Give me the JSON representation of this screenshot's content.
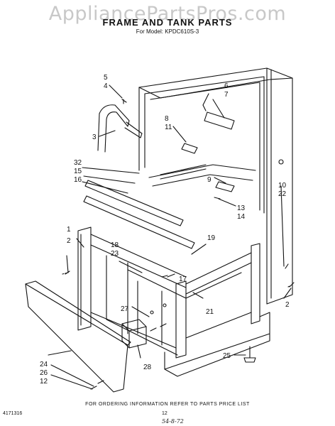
{
  "watermark": "AppliancePartsPros.com",
  "title": "FRAME AND TANK PARTS",
  "subtitle": "For Model: KPDC610S-3",
  "callouts": [
    "5",
    "4",
    "6",
    "7",
    "8",
    "11",
    "3",
    "32",
    "15",
    "16",
    "9",
    "10",
    "22",
    "13",
    "14",
    "1",
    "2",
    "18",
    "23",
    "19",
    "17",
    "2",
    "27",
    "21",
    "24",
    "26",
    "12",
    "28",
    "25"
  ],
  "footer": {
    "ordering_note": "FOR ORDERING INFORMATION REFER TO PARTS PRICE LIST",
    "code": "4171316",
    "page": "12",
    "handwritten": "54-8-72"
  }
}
